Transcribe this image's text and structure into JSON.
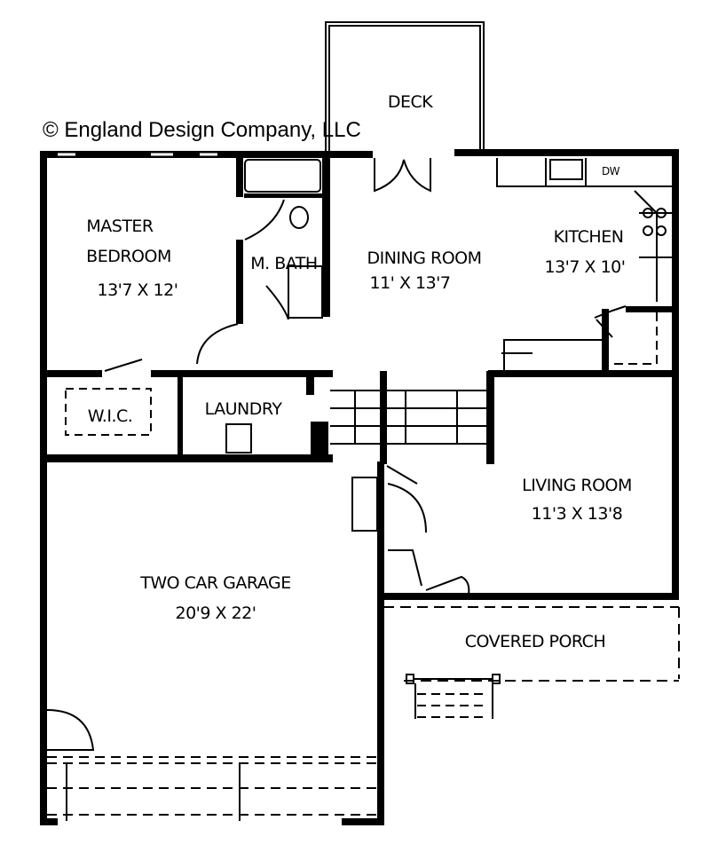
{
  "copyright": "© England Design Company, LLC",
  "rooms": {
    "deck": {
      "name": "DECK"
    },
    "master_bedroom": {
      "name_line1": "MASTER",
      "name_line2": "BEDROOM",
      "size": "13'7 X 12'"
    },
    "master_bath": {
      "name": "M. BATH"
    },
    "dining_room": {
      "name": "DINING ROOM",
      "size": "11' X 13'7"
    },
    "kitchen": {
      "name": "KITCHEN",
      "size": "13'7 X 10'"
    },
    "wic": {
      "name": "W.I.C."
    },
    "laundry": {
      "name": "LAUNDRY"
    },
    "living_room": {
      "name": "LIVING ROOM",
      "size": "11'3 X 13'8"
    },
    "garage": {
      "name": "TWO CAR GARAGE",
      "size": "20'9 X 22'"
    },
    "covered_porch": {
      "name": "COVERED PORCH"
    }
  },
  "fixtures": {
    "dishwasher": "DW"
  }
}
